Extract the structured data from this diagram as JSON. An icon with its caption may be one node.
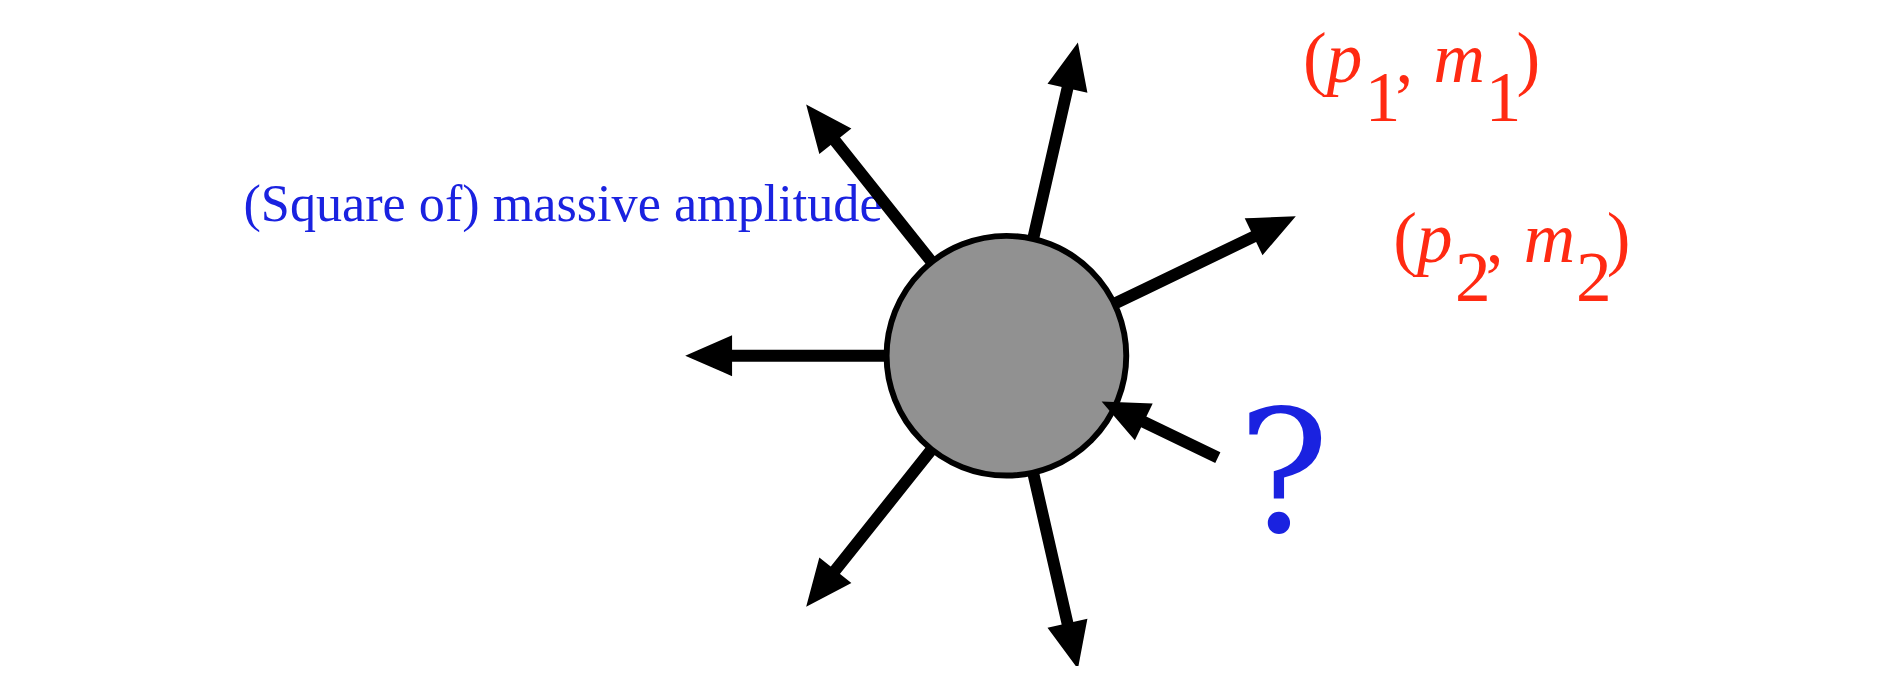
{
  "diagram": {
    "nodes": [
      {
        "text": [
          "?"
        ]
      },
      {
        "text": [],
        "shape": "circle",
        "beside": [
          "(Square of) massive amplitude"
        ]
      }
    ],
    "edges": [
      {
        "from": 0,
        "to": 1,
        "arrow": "to"
      },
      {
        "from": 1,
        "to": null,
        "arrow": "to"
      },
      {
        "from": 1,
        "to": null,
        "arrow": "to"
      },
      {
        "from": 1,
        "to": null,
        "arrow": "to"
      },
      {
        "from": 1,
        "to": null,
        "arrow": "to"
      },
      {
        "from": 1,
        "to": null,
        "arrow": "to"
      },
      {
        "from": 1,
        "to": null,
        "arrow": "to"
      }
    ],
    "labels": [
      "(*p*$_{1}$, *m*$_{1}$)",
      "(*p*$_{2}$, *m*$_{2}$)"
    ]
  }
}
